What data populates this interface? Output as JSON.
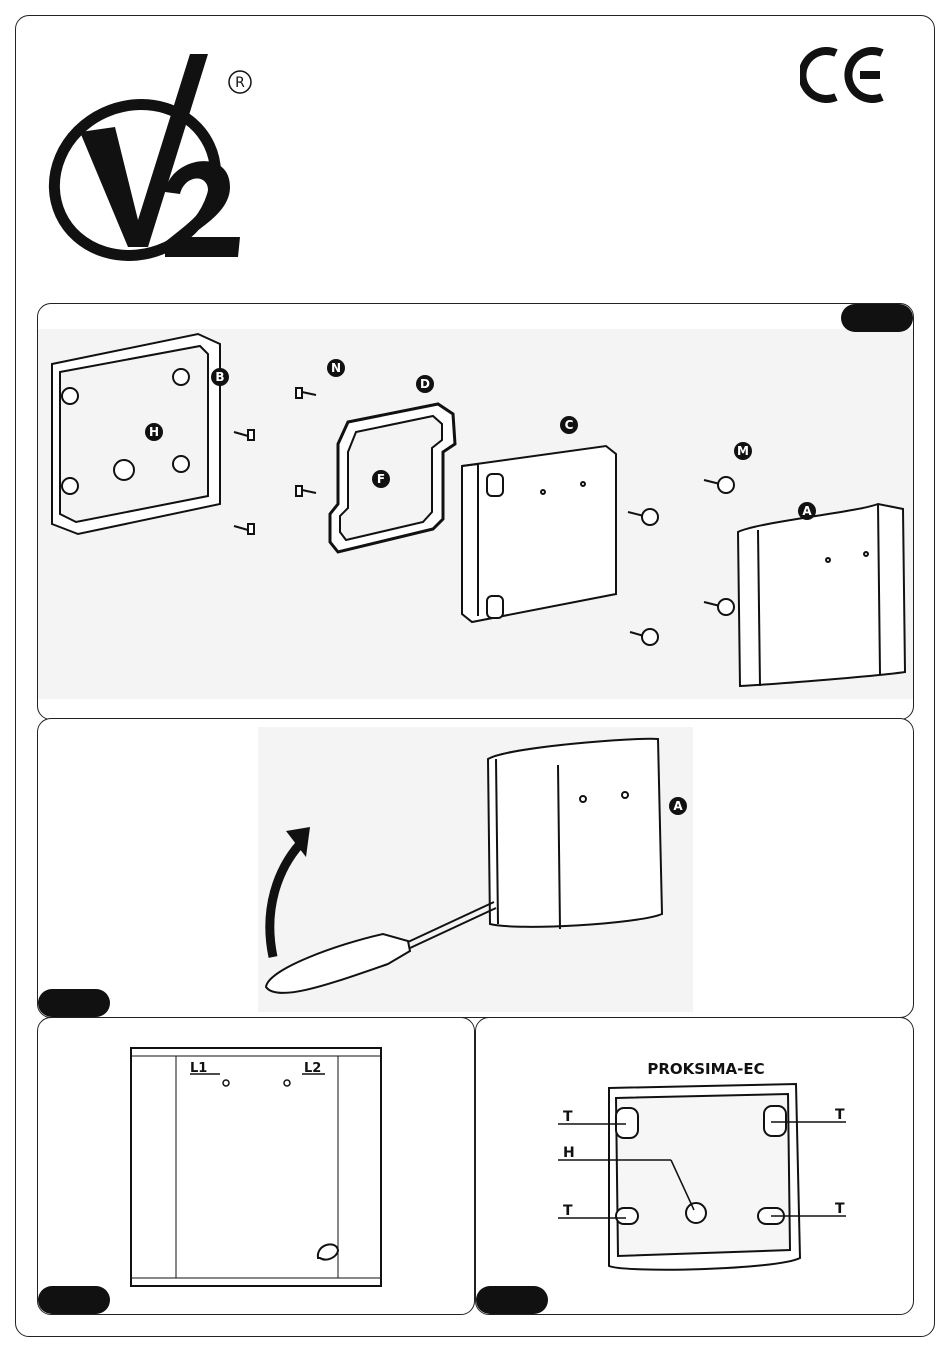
{
  "brand": {
    "logo_text": "V2",
    "registered_mark": "R",
    "ce_mark": "CE"
  },
  "figure1": {
    "callouts": {
      "A": "A",
      "B": "B",
      "C": "C",
      "D": "D",
      "F": "F",
      "H": "H",
      "M": "M",
      "N": "N"
    }
  },
  "figure2": {
    "callout_A": "A"
  },
  "figure3": {
    "label_L1": "L1",
    "label_L2": "L2"
  },
  "figure4": {
    "product_title": "PROKSIMA-EC",
    "label_H": "H",
    "label_T1": "T",
    "label_T2": "T",
    "label_T3": "T",
    "label_T4": "T"
  },
  "colors": {
    "ink": "#111111",
    "panel_bg": "#f4f4f4"
  }
}
